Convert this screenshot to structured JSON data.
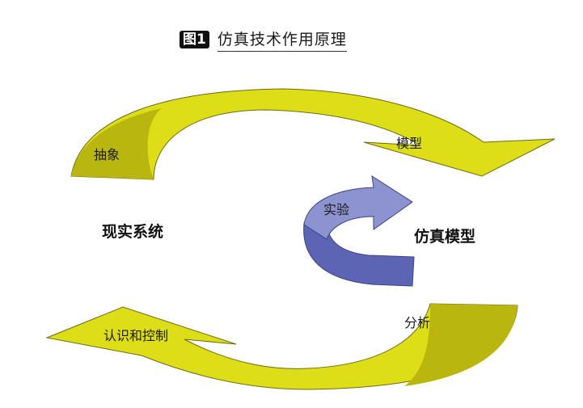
{
  "figure": {
    "badge": "图1",
    "title": "仿真技术作用原理"
  },
  "nodes": {
    "real_system": "现实系统",
    "sim_model": "仿真模型"
  },
  "arrows": {
    "abstraction": "抽象",
    "model": "模型",
    "experiment": "实验",
    "analysis": "分析",
    "recognition_control": "认识和控制"
  },
  "colors": {
    "yellow_fill": "#dede18",
    "olive_shade": "#b9b60f",
    "arrow_stroke": "#6e6a12",
    "blue_light": "#8c93cf",
    "blue_dark": "#5c64b4",
    "blue_stroke": "#3d4388"
  }
}
